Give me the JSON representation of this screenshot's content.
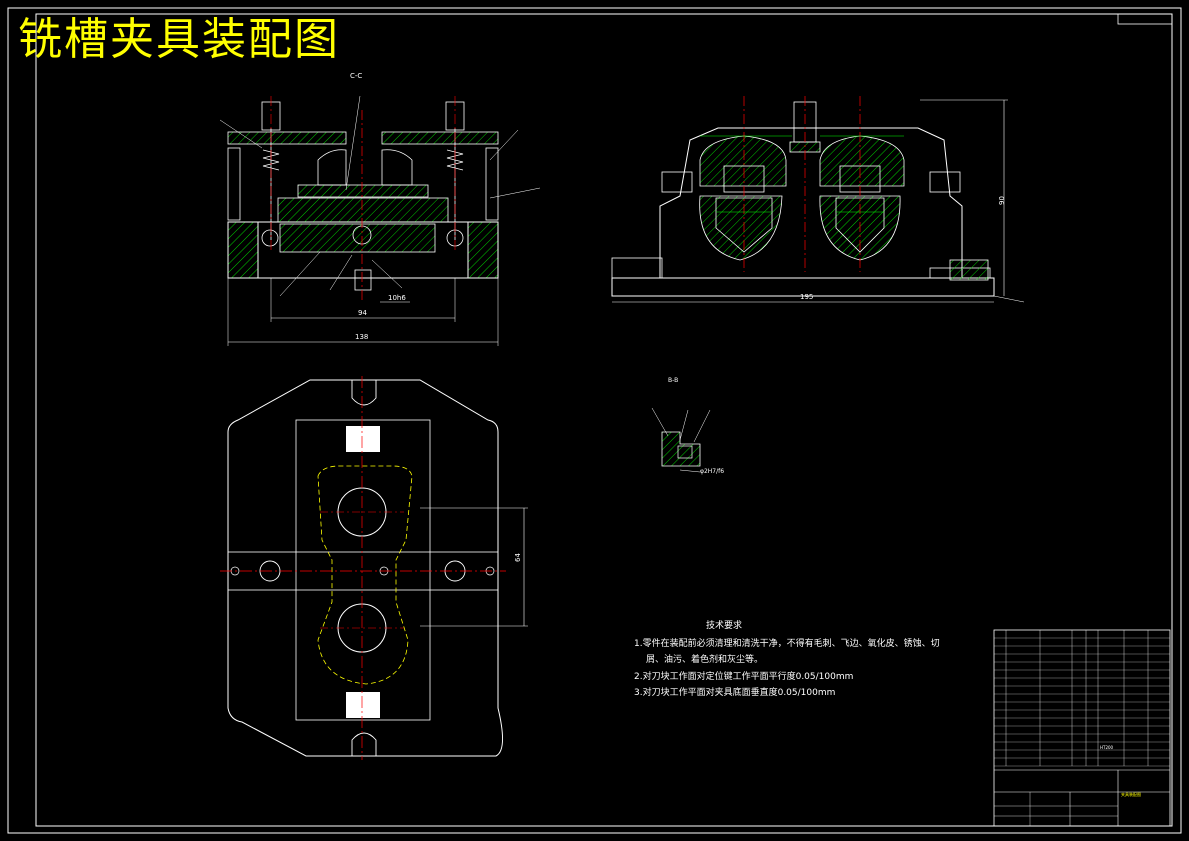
{
  "drawing": {
    "title": "铣槽夹具装配图",
    "section_labels": {
      "section_c": "C-C",
      "section_b": "B-B"
    },
    "dimensions": {
      "front_inner": "94",
      "front_overall": "138",
      "front_fit": "10h6",
      "side_length": "195",
      "side_height": "90",
      "plan_height": "64",
      "detail_fit": "φ2H7/f6"
    },
    "technical_requirements": {
      "heading": "技术要求",
      "item1_line1": "1.零件在装配前必须清理和清洗干净，不得有毛刺、飞边、氧化皮、锈蚀、切",
      "item1_line2": "屑、油污、着色剂和灰尘等。",
      "item2": "2.对刀块工作面对定位键工作平面平行度0.05/100mm",
      "item3": "3.对刀块工作平面对夹具底面垂直度0.05/100mm"
    },
    "title_block": {
      "drawing_name": "夹具装配图",
      "material": "HT200"
    }
  },
  "colors": {
    "background": "#000000",
    "outline": "#ffffff",
    "part_hatch": "#00ff00",
    "center_line": "#ff0000",
    "hidden_line": "#ffff00",
    "title_text": "#ffff00"
  }
}
